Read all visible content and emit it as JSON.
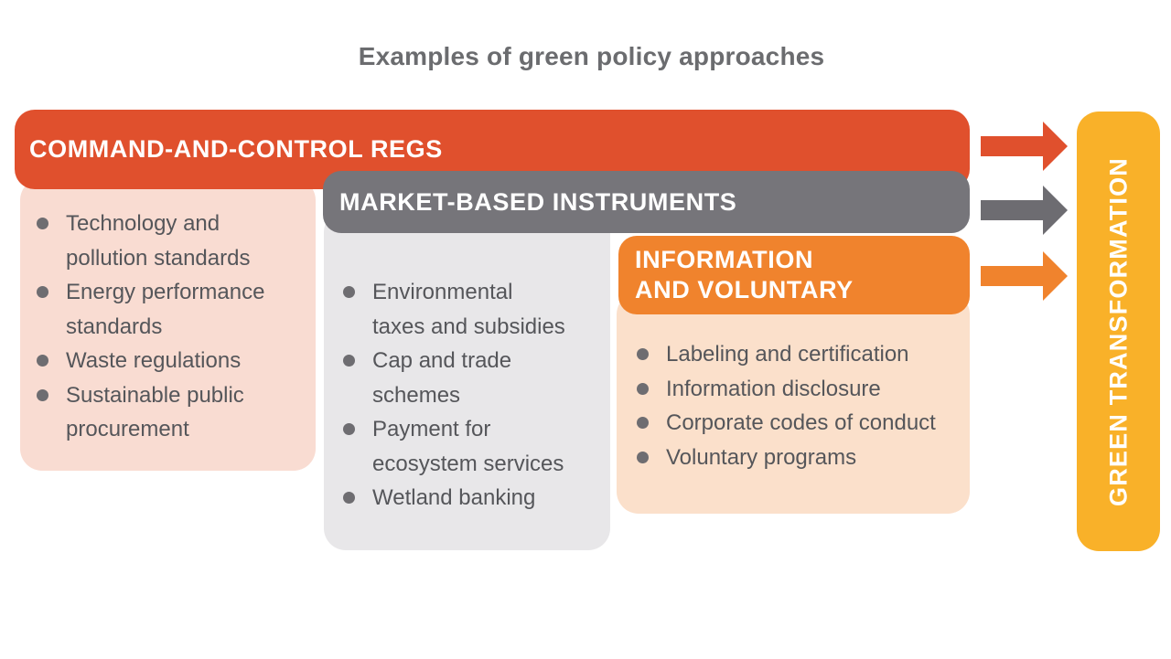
{
  "title": "Examples of green policy approaches",
  "panels": [
    {
      "name": "command-and-control",
      "header": "COMMAND-AND-CONTROL REGS",
      "header_color": "#E0502D",
      "body_color": "#F9DCD2",
      "items": [
        "Technology and\npollution standards",
        "Energy performance\nstandards",
        "Waste regulations",
        "Sustainable public\nprocurement"
      ]
    },
    {
      "name": "market-based",
      "header": "MARKET-BASED INSTRUMENTS",
      "header_color": "#76757A",
      "body_color": "#E8E7E9",
      "items": [
        "Environmental\ntaxes and subsidies",
        "Cap and trade\nschemes",
        "Payment for\necosystem services",
        "Wetland banking"
      ]
    },
    {
      "name": "information-and-voluntary",
      "header": "INFORMATION\nAND VOLUNTARY",
      "header_color": "#F0832D",
      "body_color": "#FBE0CB",
      "items": [
        "Labeling and certification",
        "Information disclosure",
        "Corporate codes of conduct",
        "Voluntary programs"
      ]
    }
  ],
  "arrows": [
    {
      "name": "command-regs-arrow",
      "color": "#E0502D"
    },
    {
      "name": "market-instruments-arrow",
      "color": "#6D6C71"
    },
    {
      "name": "information-voluntary-arrow",
      "color": "#F0832D"
    }
  ],
  "target": {
    "label": "GREEN TRANSFORMATION",
    "color": "#F9B129"
  },
  "text_colors": {
    "title": "#6B6C6F",
    "list_text": "#55565A",
    "bullet_dot": "#6E6D71",
    "header_text": "#FFFFFF"
  }
}
